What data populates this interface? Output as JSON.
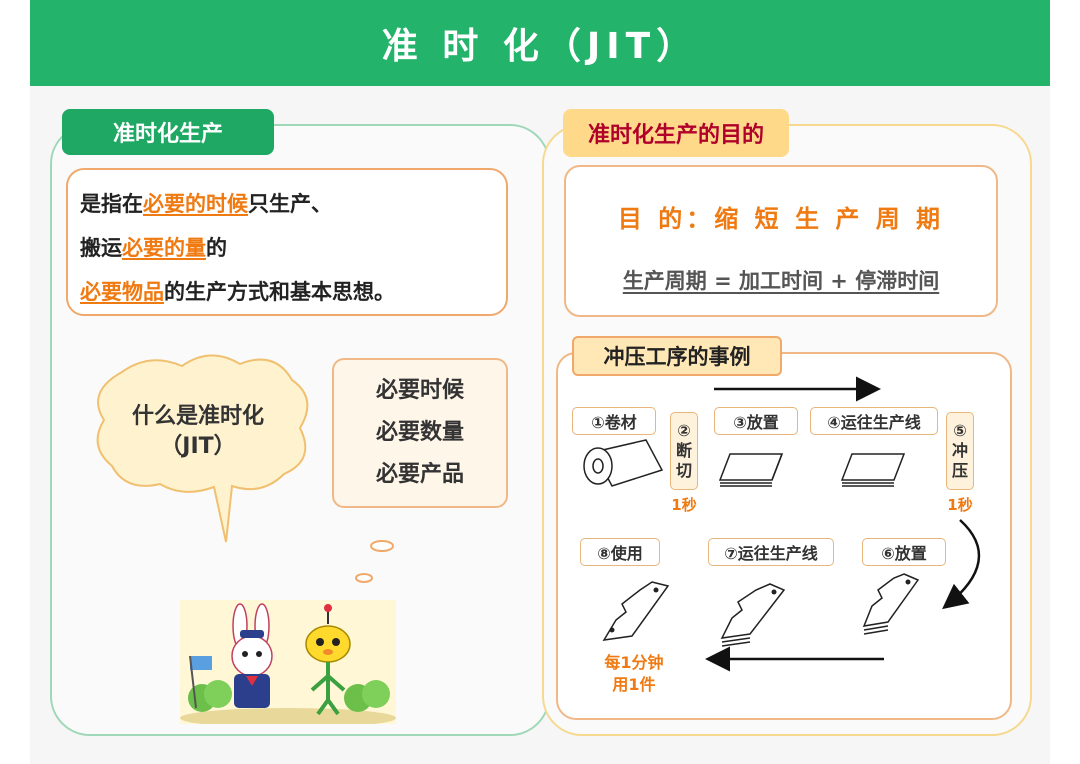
{
  "header": {
    "title": "准 时 化（JIT）"
  },
  "left": {
    "tab_label": "准时化生产",
    "definition": {
      "l1_pre": "是指在",
      "l1_hl": "必要的时候",
      "l1_post": "只生产、",
      "l2_pre": "搬运",
      "l2_hl": "必要的量",
      "l2_post": "的",
      "l3_hl": "必要物品",
      "l3_post": "的生产方式和基本思想。"
    },
    "bubble": {
      "line1": "什么是准时化",
      "line2": "（JIT）"
    },
    "needs": [
      "必要时候",
      "必要数量",
      "必要产品"
    ]
  },
  "right": {
    "tab_label": "准时化生产的目的",
    "purpose_title": "目 的：缩 短 生 产 周 期",
    "purpose_formula": "生产周期 = 加工时间 + 停滞时间",
    "example": {
      "tab_label": "冲压工序的事例",
      "steps": {
        "s1": "①卷材",
        "s2_num": "②",
        "s2_c1": "断",
        "s2_c2": "切",
        "s3": "③放置",
        "s4": "④运往生产线",
        "s5_num": "⑤",
        "s5_c1": "冲",
        "s5_c2": "压",
        "s6": "⑥放置",
        "s7": "⑦运往生产线",
        "s8": "⑧使用"
      },
      "time_cut": "1秒",
      "time_press": "1秒",
      "rate_line1": "每1分钟",
      "rate_line2": "用1件"
    }
  },
  "colors": {
    "header_green": "#23b36a",
    "highlight_orange": "#f07a12",
    "purpose_tab_red": "#b0002a"
  }
}
